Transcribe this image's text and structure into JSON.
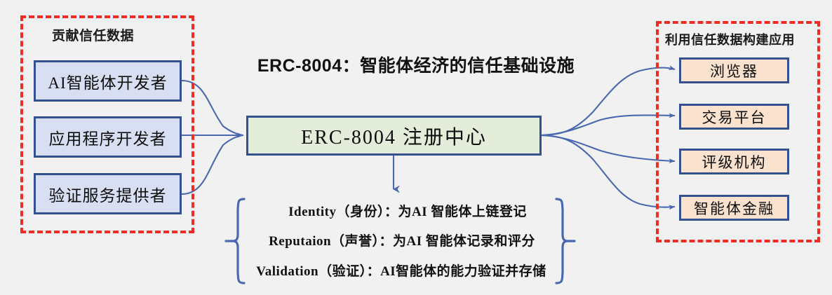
{
  "headline": "ERC-8004：智能体经济的信任基础设施",
  "colors": {
    "background": "#f1f1f1",
    "group_border": "#ef2d24",
    "node_border": "#34508f",
    "producer_fill": "#d9dff2",
    "consumer_fill": "#fae2cf",
    "registry_fill": "#e3edd9",
    "connector": "#4a68b0",
    "text": "#111111"
  },
  "left_group": {
    "title": "贡献信任数据",
    "nodes": [
      {
        "label": "AI智能体开发者"
      },
      {
        "label": "应用程序开发者"
      },
      {
        "label": "验证服务提供者"
      }
    ]
  },
  "center": {
    "registry_label": "ERC-8004 注册中心"
  },
  "right_group": {
    "title": "利用信任数据构建应用",
    "nodes": [
      {
        "label": "浏览器"
      },
      {
        "label": "交易平台"
      },
      {
        "label": "评级机构"
      },
      {
        "label": "智能体金融"
      }
    ]
  },
  "definitions": [
    {
      "text": "Identity（身份）：为AI 智能体上链登记"
    },
    {
      "text": "Reputaion（声誉）：为AI 智能体记录和评分"
    },
    {
      "text": "Validation（验证）：AI智能体的能力验证并存储"
    }
  ]
}
